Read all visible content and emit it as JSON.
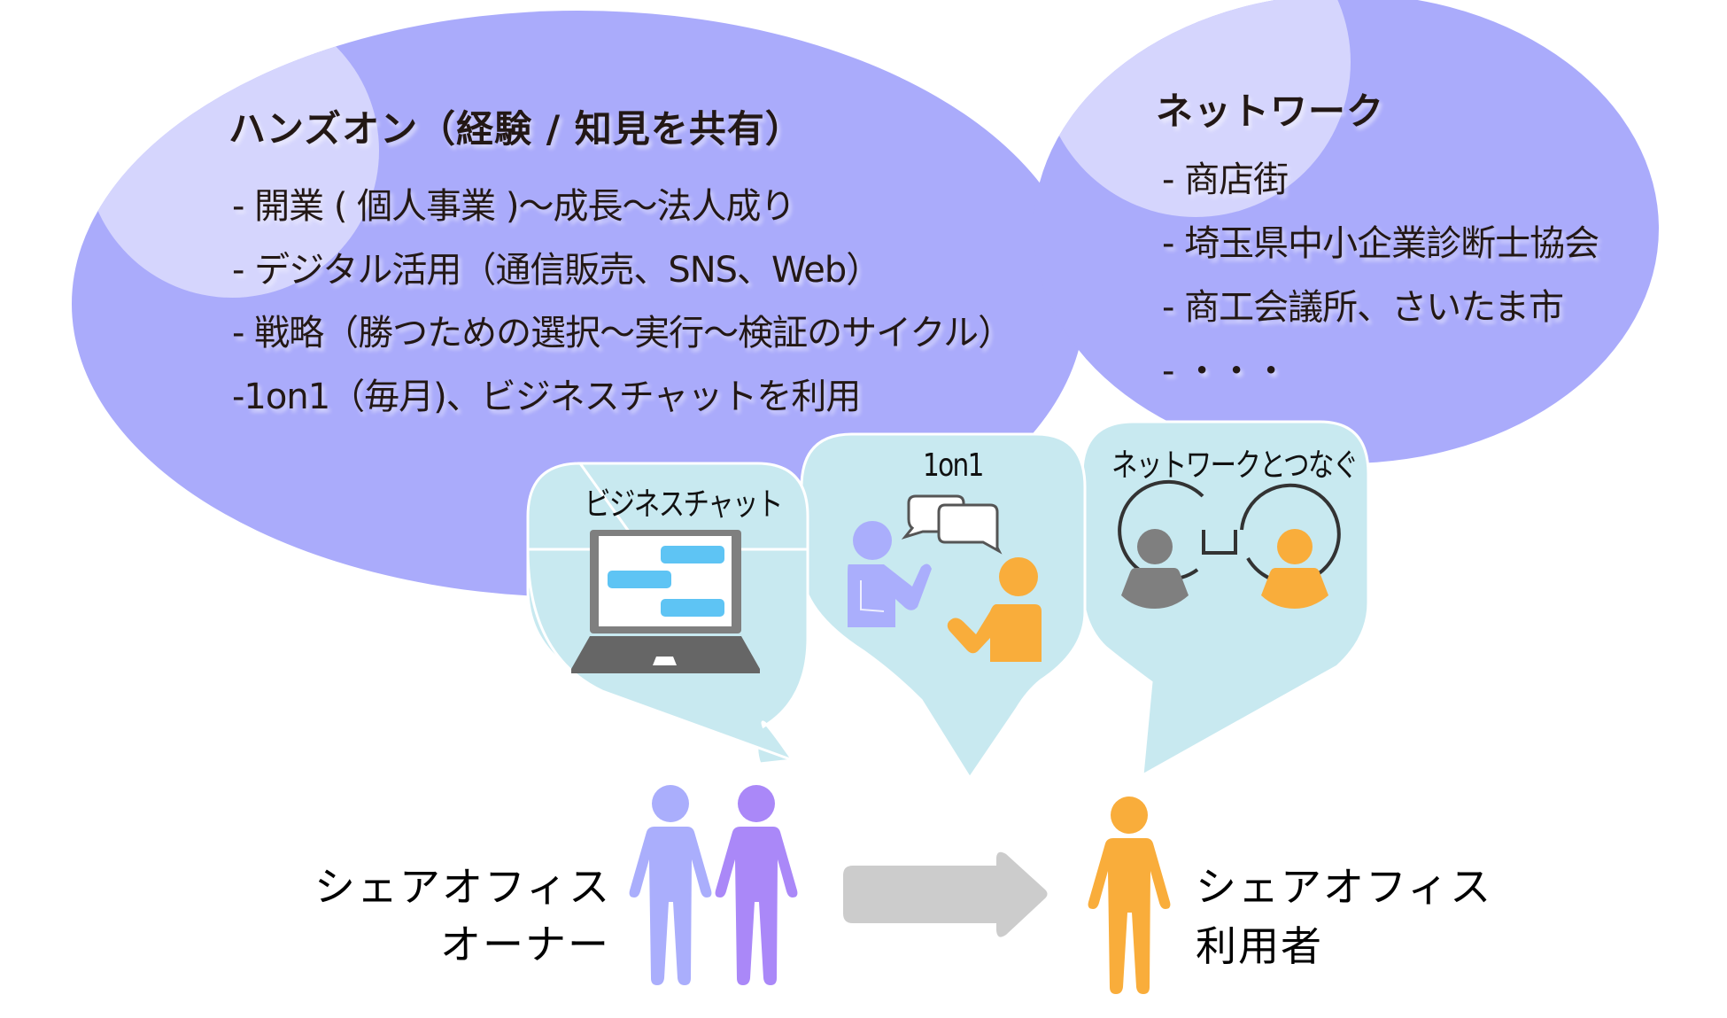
{
  "colors": {
    "ellipse": "#aaabfb",
    "ellipse_highlight": "#d5d5fd",
    "bubble": "#c8e9f0",
    "bubble_stroke": "#ffffff",
    "owner_1": "#aaaefc",
    "owner_2": "#aa88f8",
    "user": "#f9ad3b",
    "arrow": "#cccccc",
    "laptop_frame": "#7f7f7f",
    "laptop_base": "#666666",
    "chat_bar": "#5ec4f4",
    "network_gray": "#7f7f7f",
    "outline": "#333333"
  },
  "handson": {
    "title": "ハンズオン（経験 / 知見を共有）",
    "items": [
      "- 開業 ( 個人事業 )～成長～法人成り",
      "- デジタル活用（通信販売、SNS、Web）",
      "- 戦略（勝つための選択～実行～検証のサイクル）",
      "-1on1（毎月)、ビジネスチャットを利用"
    ]
  },
  "network": {
    "title": "ネットワーク",
    "items": [
      "- 商店街",
      "- 埼玉県中小企業診断士協会",
      "- 商工会議所、さいたま市",
      "- ・・・"
    ]
  },
  "bubbles": [
    {
      "label": "ビジネスチャット",
      "icon": "laptop-chat-icon"
    },
    {
      "label": "1on1",
      "icon": "one-on-one-conversation-icon"
    },
    {
      "label": "ネットワークとつなぐ",
      "icon": "network-connect-icon"
    }
  ],
  "owner": {
    "line1": "シェアオフィス",
    "line2": "オーナー",
    "icon": "two-people-icon"
  },
  "user": {
    "line1": "シェアオフィス",
    "line2": "利用者",
    "icon": "person-icon"
  },
  "arrow": {
    "icon": "right-arrow-icon"
  }
}
